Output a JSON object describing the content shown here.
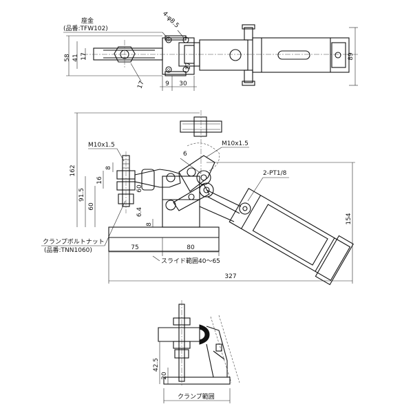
{
  "top_view": {
    "base_label": "座金",
    "base_part": "(品番:TFW102)",
    "hole_label": "4-φ8.5",
    "dims": {
      "d58": "58",
      "d41": "41",
      "d17_left": "17",
      "d17_bolt": "17",
      "d17_right": "17",
      "d9": "9",
      "d30": "30",
      "d89": "89"
    }
  },
  "side_view": {
    "thread_left": "M10x1.5",
    "thread_right": "M10x1.5",
    "port": "2-PT1/8",
    "six": "6",
    "nut_label": "クランプボルトナット",
    "nut_part": "(品番:TNN1060)",
    "slide_range": "スライド範囲40〜65",
    "dims": {
      "d162": "162",
      "d91_5": "91.5",
      "d60_a": "60",
      "d60_b": "60",
      "d16": "16",
      "d8_a": "8",
      "d8_b": "8",
      "d6_4": "6.4",
      "d154": "154",
      "d75": "75",
      "d80": "80",
      "d327": "327"
    }
  },
  "range_view": {
    "label": "クランプ範囲",
    "dims": {
      "d42_5": "42.5",
      "d20": "20"
    }
  }
}
